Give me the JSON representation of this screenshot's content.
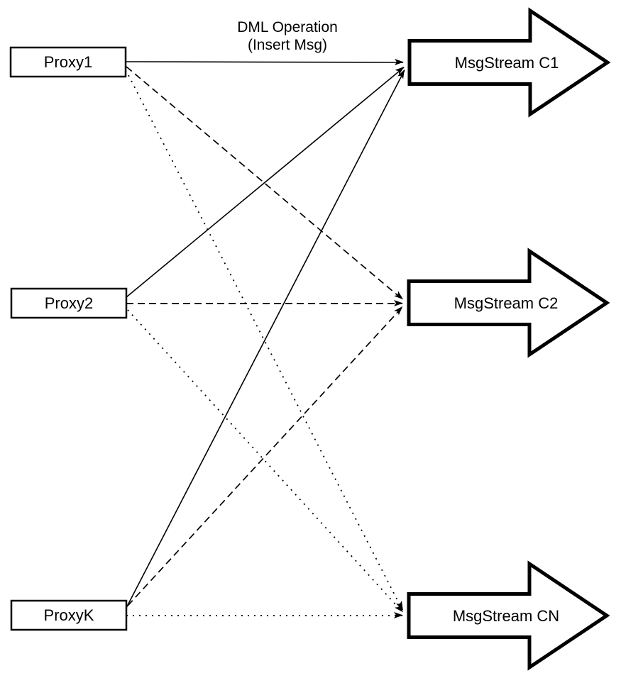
{
  "diagram": {
    "caption": {
      "line1": "DML Operation",
      "line2": "(Insert Msg)"
    },
    "proxies": [
      {
        "id": "proxy1",
        "label": "Proxy1"
      },
      {
        "id": "proxy2",
        "label": "Proxy2"
      },
      {
        "id": "proxyK",
        "label": "ProxyK"
      }
    ],
    "streams": [
      {
        "id": "c1",
        "label": "MsgStream C1"
      },
      {
        "id": "c2",
        "label": "MsgStream C2"
      },
      {
        "id": "cn",
        "label": "MsgStream CN"
      }
    ],
    "edges": [
      {
        "from": "Proxy1",
        "to": "MsgStream C1",
        "style": "solid"
      },
      {
        "from": "Proxy2",
        "to": "MsgStream C1",
        "style": "solid"
      },
      {
        "from": "ProxyK",
        "to": "MsgStream C1",
        "style": "solid"
      },
      {
        "from": "Proxy1",
        "to": "MsgStream C2",
        "style": "dashed"
      },
      {
        "from": "Proxy2",
        "to": "MsgStream C2",
        "style": "dashed"
      },
      {
        "from": "ProxyK",
        "to": "MsgStream C2",
        "style": "dashed"
      },
      {
        "from": "Proxy1",
        "to": "MsgStream CN",
        "style": "dotted"
      },
      {
        "from": "Proxy2",
        "to": "MsgStream CN",
        "style": "dotted"
      },
      {
        "from": "ProxyK",
        "to": "MsgStream CN",
        "style": "dotted"
      }
    ],
    "colors": {
      "line": "#000000",
      "shape_fill": "#ffffff",
      "background": "#ffffff"
    }
  }
}
